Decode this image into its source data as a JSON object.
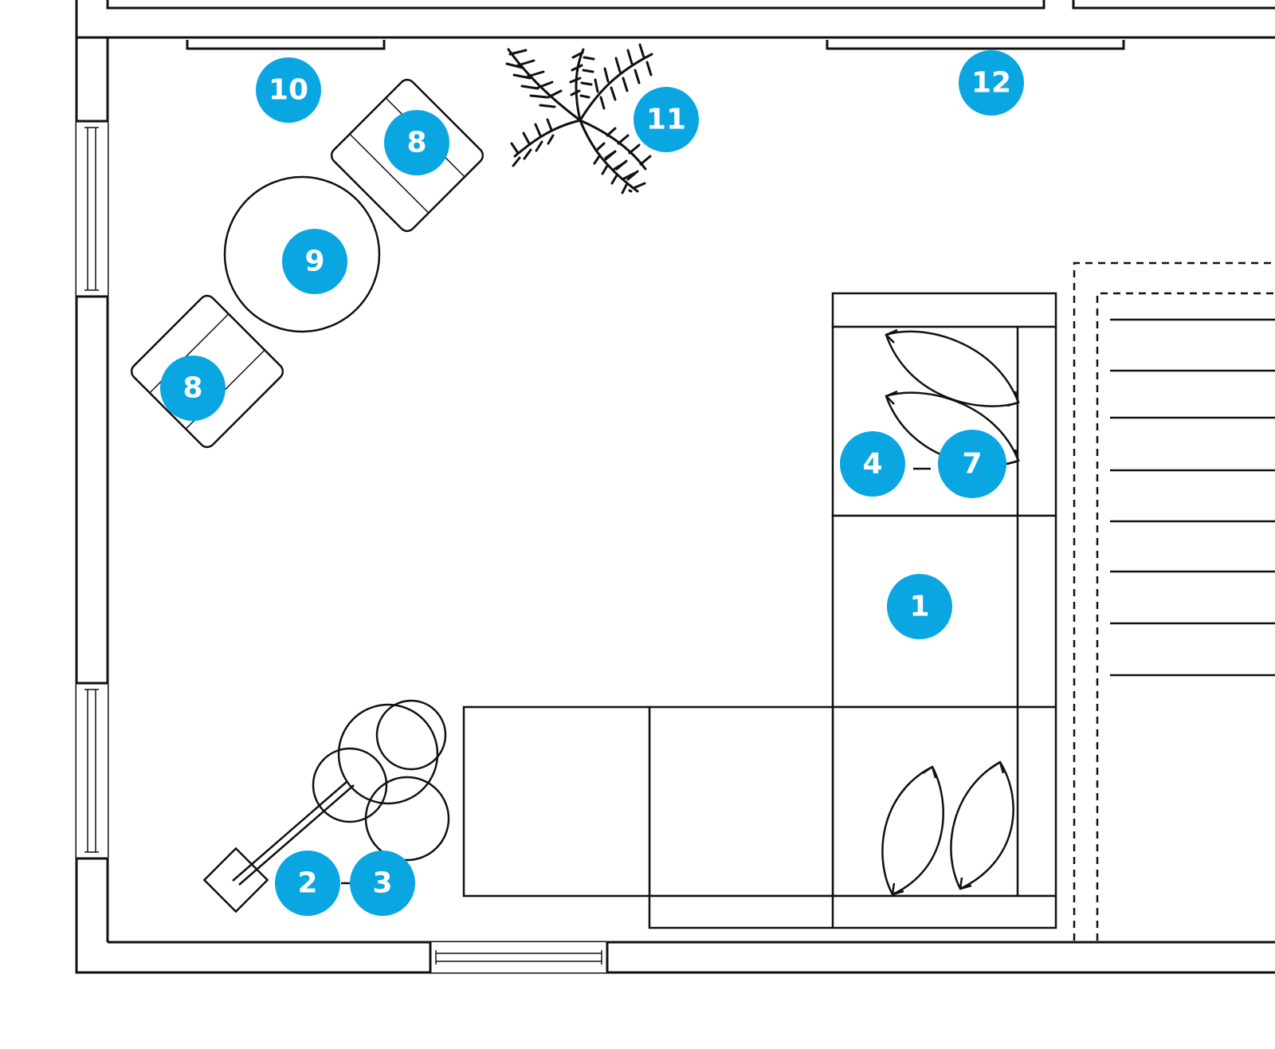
{
  "markers": [
    {
      "id": "m1",
      "label": "1"
    },
    {
      "id": "m2",
      "label": "2"
    },
    {
      "id": "m3",
      "label": "3"
    },
    {
      "id": "m4",
      "label": "4"
    },
    {
      "id": "m7",
      "label": "7"
    },
    {
      "id": "m8a",
      "label": "8"
    },
    {
      "id": "m8b",
      "label": "8"
    },
    {
      "id": "m9",
      "label": "9"
    },
    {
      "id": "m10",
      "label": "10"
    },
    {
      "id": "m11",
      "label": "11"
    },
    {
      "id": "m12",
      "label": "12"
    }
  ],
  "colors": {
    "marker": "#0aa6e2",
    "marker_text": "#ffffff",
    "lines": "#111111"
  }
}
